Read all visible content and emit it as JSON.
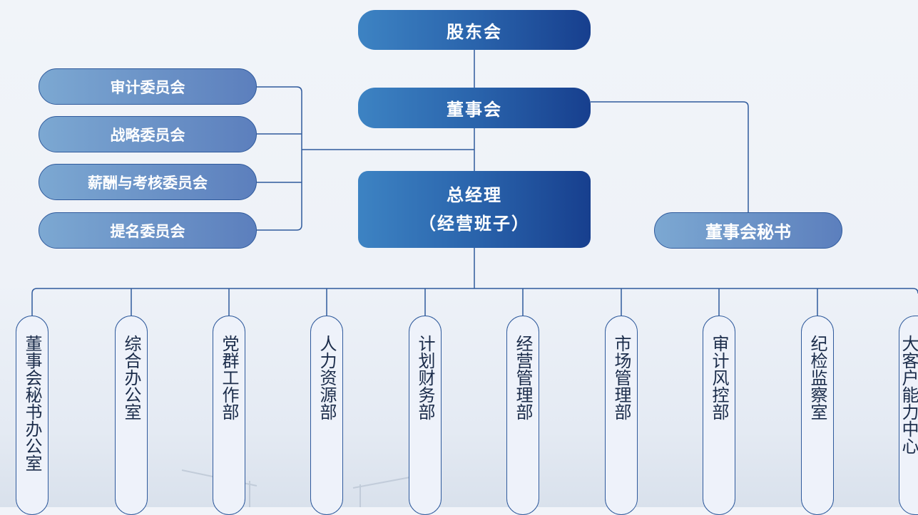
{
  "top": {
    "shareholders": "股东会",
    "board": "董事会",
    "gm_line1": "总经理",
    "gm_line2": "（经营班子）",
    "board_secretary": "董事会秘书"
  },
  "committees": [
    "审计委员会",
    "战略委员会",
    "薪酬与考核委员会",
    "提名委员会"
  ],
  "departments": [
    "董事会秘书办公室",
    "综合办公室",
    "党群工作部",
    "人力资源部",
    "计划财务部",
    "经营管理部",
    "市场管理部",
    "审计风控部",
    "纪检监察室",
    "大客户能力中心"
  ],
  "colors": {
    "line": "#2f5a9c",
    "main_dark": "#173f8e",
    "main_light": "#3d83c3",
    "side": "#6f97c9"
  }
}
